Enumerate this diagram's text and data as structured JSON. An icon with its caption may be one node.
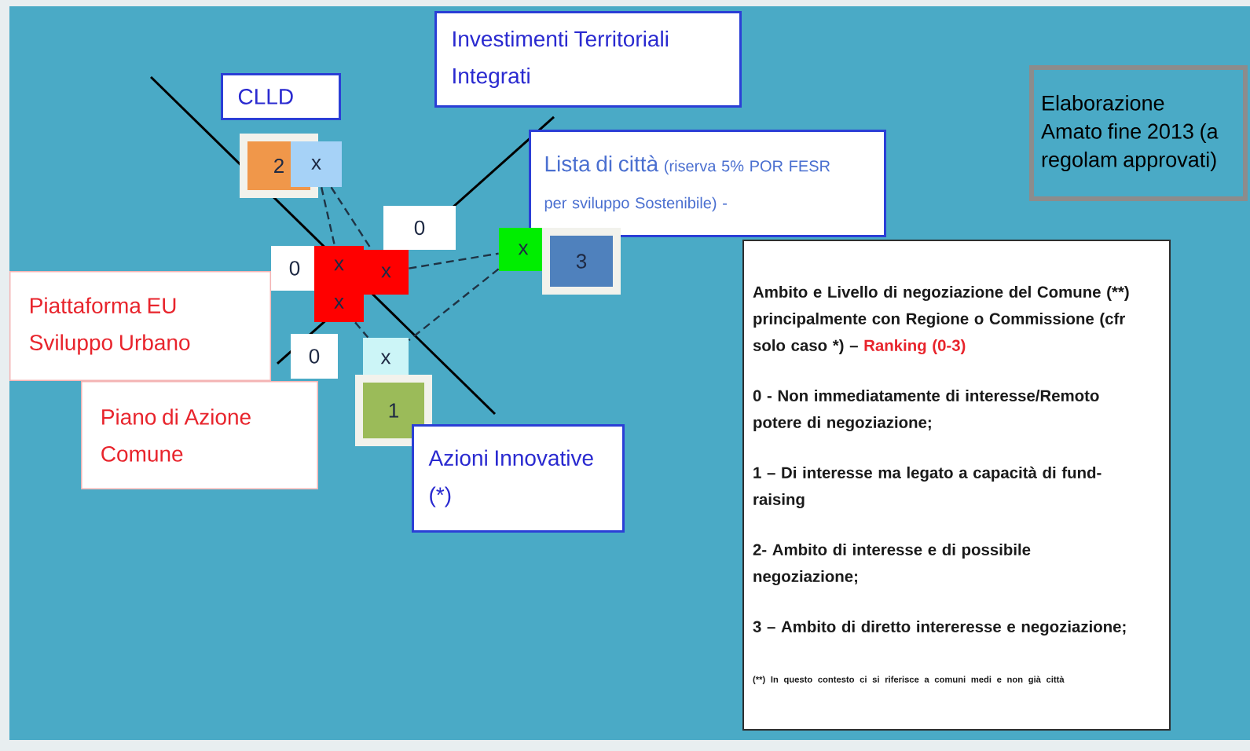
{
  "diagram": {
    "nodes": [
      {
        "text": [
          "Investimenti Territoriali Integrati"
        ]
      },
      {
        "text": [
          "Elaborazione Amato fine 2013 (a regolam approvati)"
        ]
      },
      {
        "text": [
          "CLLD"
        ]
      },
      {
        "text": [
          "Lista di città",
          "(riserva 5% POR FESR per sviluppo Sostenibile) -"
        ]
      },
      {
        "text": [
          "2"
        ]
      },
      {
        "text": [
          "x"
        ]
      },
      {
        "text": [
          "0"
        ]
      },
      {
        "text": [
          "x"
        ]
      },
      {
        "text": [
          "3"
        ]
      },
      {
        "text": [
          "Ambito e Livello di negoziazione del Comune (**) principalmente con Regione o Commissione (cfr solo caso *) –",
          "Ranking (0-3)",
          "0 - Non immediatamente di interesse/Remoto potere di negoziazione;",
          "1 –  Di interesse ma legato a capacità di fund-raising",
          "2- Ambito di interesse e di possibile negoziazione;",
          "3 – Ambito di diretto intereresse e negoziazione;",
          "(**) In questo contesto ci si riferisce a comuni medi e non già città"
        ]
      },
      {
        "text": [
          "0"
        ]
      },
      {
        "text": [
          "x"
        ]
      },
      {
        "text": [
          "x"
        ]
      },
      {
        "text": [
          "Piattaforma EU Sviluppo Urbano"
        ]
      },
      {
        "text": [
          "x"
        ]
      },
      {
        "text": [
          "0"
        ]
      },
      {
        "text": [
          "x"
        ]
      },
      {
        "text": [
          "Piano di Azione Comune"
        ]
      },
      {
        "text": [
          "1"
        ]
      },
      {
        "text": [
          "Azioni Innovative (*)"
        ]
      }
    ],
    "edges": [
      {
        "from": 5,
        "to": 11,
        "arrow": "none",
        "style": "dashed"
      },
      {
        "from": 5,
        "to": 12,
        "arrow": "none",
        "style": "dashed"
      },
      {
        "from": 12,
        "to": 7,
        "arrow": "none",
        "style": "dashed"
      },
      {
        "from": 7,
        "to": 16,
        "arrow": "none",
        "style": "dashed"
      },
      {
        "from": 14,
        "to": 16,
        "arrow": "none",
        "style": "dashed"
      }
    ]
  }
}
